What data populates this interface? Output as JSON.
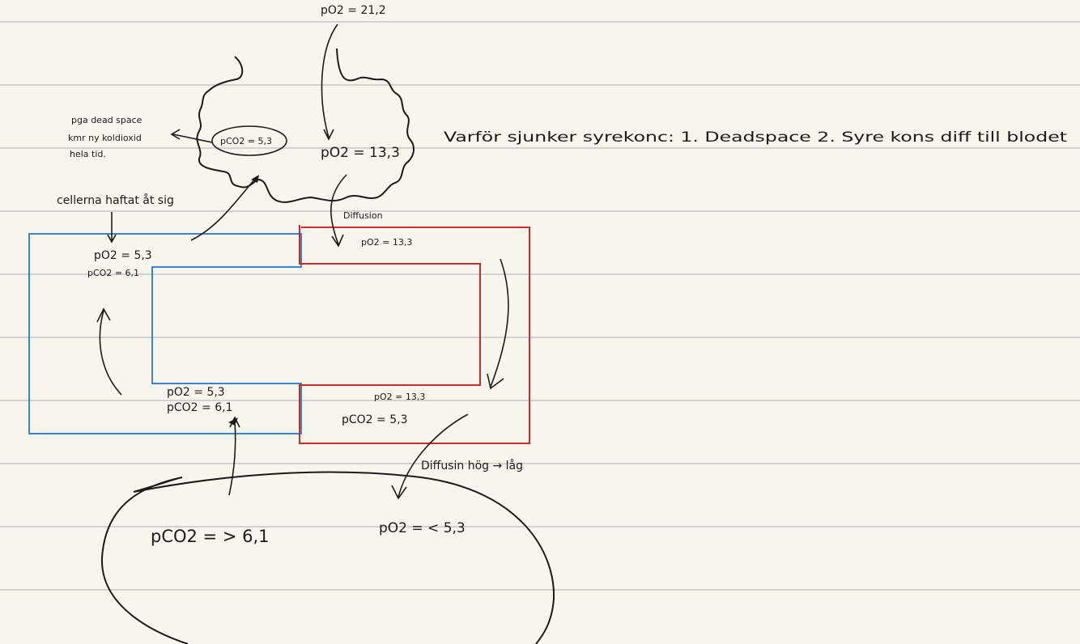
{
  "colors": {
    "paper": "#f8f6ec",
    "ruled_line": "#d2d2d2",
    "ink": "#1a1a1a",
    "blue_loop": "#3a82d4",
    "red_loop": "#cc2a2a"
  },
  "labels": {
    "inspired_po2": "pO2 = 21,2",
    "alveolar_po2": "pO2 = 13,3",
    "alveolar_pco2": "pCO2 = 5,3",
    "dead_space_note_1": "pga dead space",
    "dead_space_note_2": "kmr ny koldioxid",
    "dead_space_note_3": "hela tid.",
    "cells_note": "cellerna haftat åt sig",
    "question": "Varför sjunker syrekonc: 1. Deadspace 2. Syre kons diff till blodet",
    "diffusion_top": "Diffusion",
    "red_top_po2": "pO2 = 13,3",
    "blue_left_po2": "pO2 = 5,3",
    "blue_left_pco2": "pCO2 = 6,1",
    "blue_bottom_po2": "pO2 = 5,3",
    "blue_bottom_pco2": "pCO2 = 6,1",
    "red_bottom_po2": "pO2 = 13,3",
    "red_bottom_pco2": "pCO2 = 5,3",
    "diffusion_bottom": "Diffusin hög → låg",
    "tissue_pco2": "pCO2 = > 6,1",
    "tissue_po2": "pO2 = < 5,3"
  }
}
